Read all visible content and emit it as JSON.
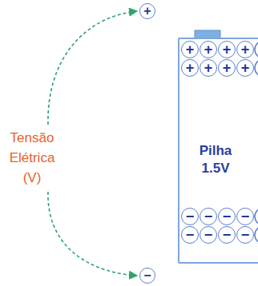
{
  "diagram": {
    "nodes": [
      {
        "text": [
          "+"
        ]
      },
      {
        "text": [
          "Pilha 1.5V"
        ]
      },
      {
        "text": [
          "+"
        ],
        "in": 1
      },
      {
        "text": [
          "+"
        ],
        "in": 1
      },
      {
        "text": [
          "+"
        ],
        "in": 1
      },
      {
        "text": [
          "+"
        ],
        "in": 1
      },
      {
        "text": [
          "+"
        ],
        "in": 1
      },
      {
        "text": [
          "+"
        ],
        "in": 1
      },
      {
        "text": [
          "+"
        ],
        "in": 1
      },
      {
        "text": [
          "+"
        ],
        "in": 1
      },
      {
        "text": [
          "−"
        ],
        "in": 1
      },
      {
        "text": [
          "−"
        ],
        "in": 1
      },
      {
        "text": [
          "−"
        ],
        "in": 1
      },
      {
        "text": [
          "−"
        ],
        "in": 1
      },
      {
        "text": [
          "−"
        ],
        "in": 1
      },
      {
        "text": [
          "−"
        ],
        "in": 1
      },
      {
        "text": [
          "−"
        ],
        "in": 1
      },
      {
        "text": [
          "−"
        ],
        "in": 1
      },
      {
        "text": [
          "−"
        ]
      }
    ],
    "labels": [
      "Tensão Elétrica (V)"
    ]
  }
}
